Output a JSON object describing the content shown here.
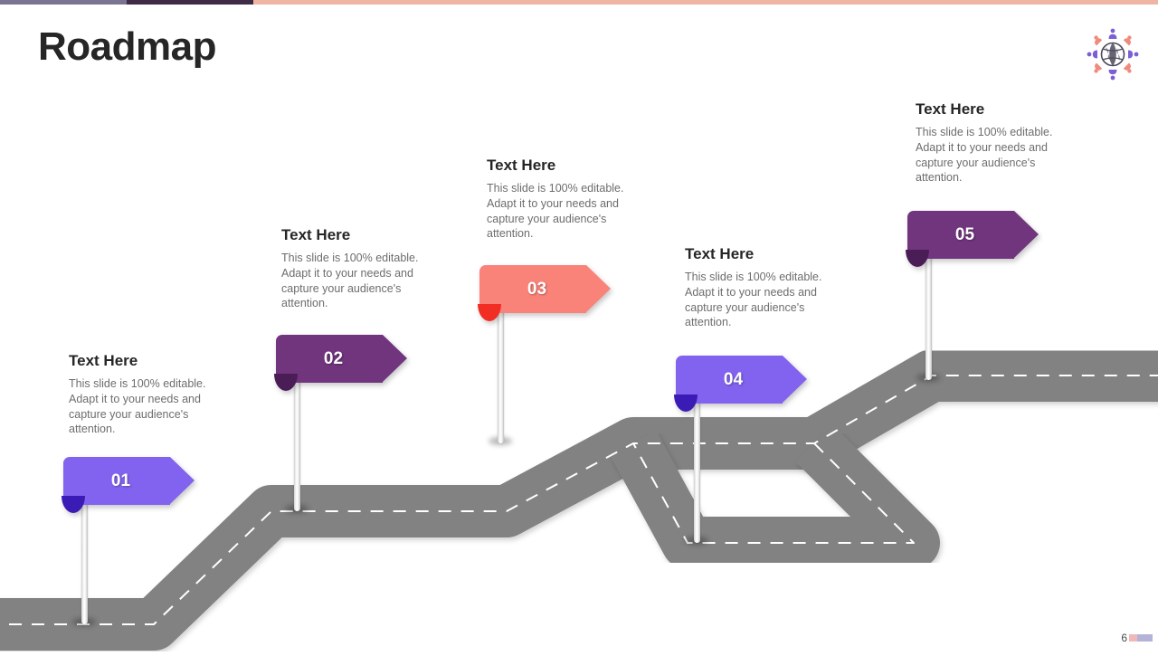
{
  "slide": {
    "title": "Roadmap",
    "page_number": "6",
    "background_color": "#ffffff"
  },
  "top_bar": {
    "segments": [
      {
        "name": "muted-purple",
        "color": "#7a7490"
      },
      {
        "name": "dark-purple",
        "color": "#3f2b46"
      },
      {
        "name": "peach",
        "color": "#eeb5a4"
      }
    ]
  },
  "logo": {
    "icon": "globe-people-icon",
    "globe_color": "#3d3d4e",
    "person_colors": [
      "#7b5fd6",
      "#f08a7d"
    ]
  },
  "road": {
    "color": "#828282",
    "center_line_color": "#ffffff",
    "center_line_style": "dashed"
  },
  "footer_swatches": [
    {
      "name": "swatch-pink",
      "color": "#f0b9b9"
    },
    {
      "name": "swatch-lavender",
      "color": "#b4b2d6"
    }
  ],
  "milestones": [
    {
      "number": "01",
      "heading": "Text Here",
      "body": "This slide is 100% editable. Adapt it to your needs and capture your audience's attention.",
      "flag_color": "#8163ef",
      "fold_color": "#3a1bb5"
    },
    {
      "number": "02",
      "heading": "Text Here",
      "body": "This slide is 100% editable. Adapt it to your needs and capture your audience's attention.",
      "flag_color": "#71357e",
      "fold_color": "#4a1d56"
    },
    {
      "number": "03",
      "heading": "Text Here",
      "body": "This slide is 100% editable. Adapt it to your needs and capture your audience's attention.",
      "flag_color": "#fa8379",
      "fold_color": "#f22d24"
    },
    {
      "number": "04",
      "heading": "Text Here",
      "body": "This slide is 100% editable. Adapt it to your needs and capture your audience's attention.",
      "flag_color": "#8163ef",
      "fold_color": "#3a1bb5"
    },
    {
      "number": "05",
      "heading": "Text Here",
      "body": "This slide is 100% editable. Adapt it to your needs and capture your audience's attention.",
      "flag_color": "#71357e",
      "fold_color": "#4a1d56"
    }
  ]
}
